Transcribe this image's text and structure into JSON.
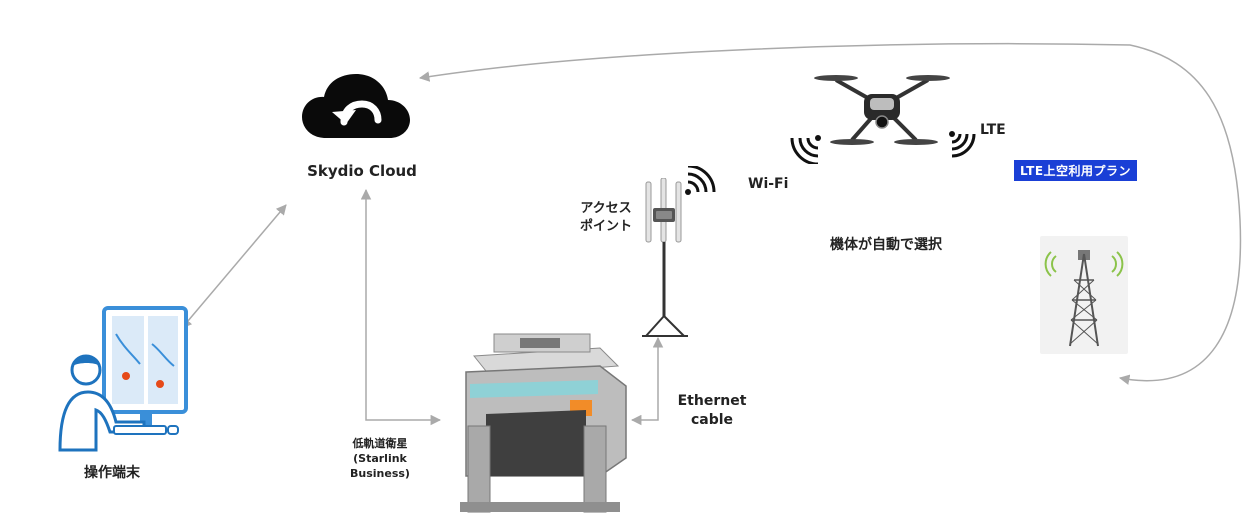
{
  "colors": {
    "arrow": "#aaaaaa",
    "text": "#222222",
    "badge_bg": "#1a3fd6",
    "badge_text": "#ffffff",
    "person": "#1e73be",
    "monitor": "#3a8fd9"
  },
  "nodes": {
    "cloud": {
      "label": "Skydio Cloud",
      "icon": "cloud-icon"
    },
    "access_point": {
      "label": "アクセス\nポイント",
      "icon": "antenna-icon"
    },
    "drone": {
      "icon": "drone-icon"
    },
    "dock": {
      "icon": "dock-icon"
    },
    "tower": {
      "icon": "lte-tower-icon"
    },
    "operator": {
      "label": "操作端末",
      "icon": "operator-icon"
    }
  },
  "labels": {
    "wifi": "Wi-Fi",
    "lte": "LTE",
    "lte_plan": "LTE上空利用プラン",
    "auto_select": "機体が自動で選択",
    "ethernet": "Ethernet\ncable",
    "satellite": "低軌道衛星\n(Starlink\nBusiness)"
  }
}
